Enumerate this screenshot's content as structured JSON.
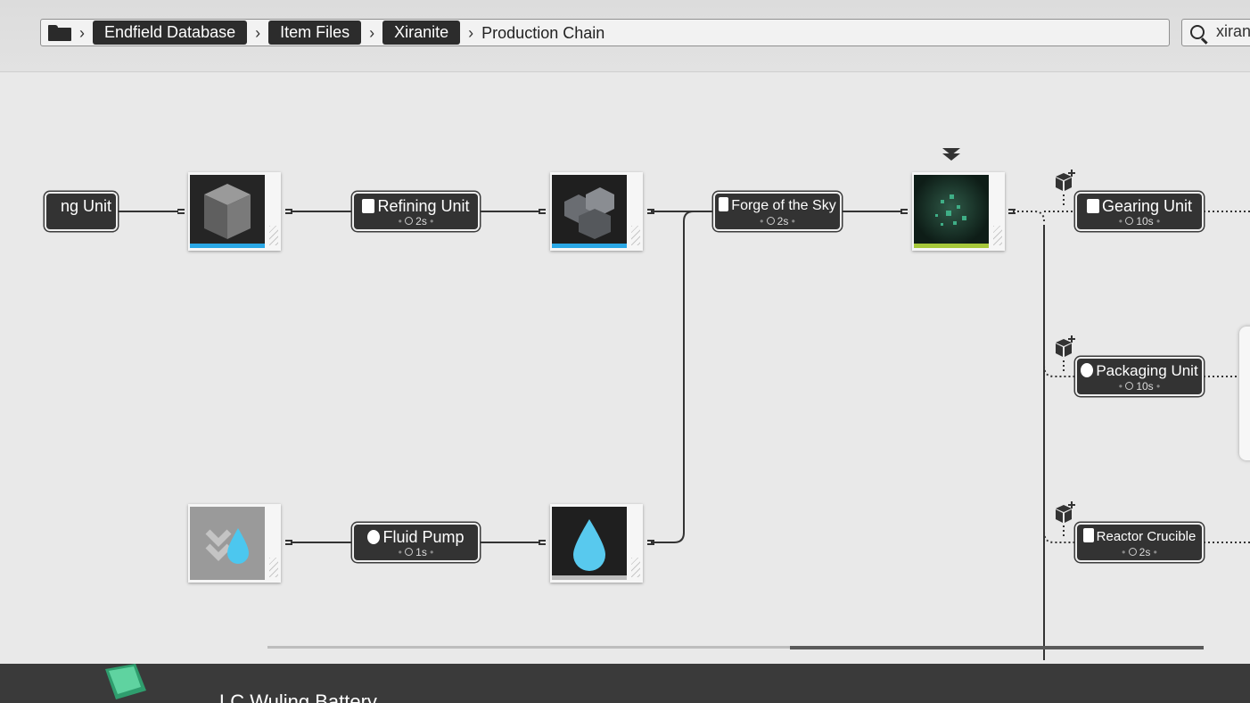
{
  "breadcrumb": {
    "items": [
      "Endfield Database",
      "Item Files",
      "Xiranite"
    ],
    "current": "Production Chain"
  },
  "search": {
    "value": "xiranite"
  },
  "machines": {
    "left_partial": {
      "name": "ng Unit"
    },
    "refining": {
      "name": "Refining Unit",
      "time": "2s"
    },
    "forge": {
      "name": "Forge of the Sky",
      "time": "2s"
    },
    "gearing": {
      "name": "Gearing Unit",
      "time": "10s"
    },
    "packaging": {
      "name": "Packaging Unit",
      "time": "10s"
    },
    "reactor": {
      "name": "Reactor Crucible",
      "time": "2s"
    },
    "fluid_pump": {
      "name": "Fluid Pump",
      "time": "1s"
    }
  },
  "bottom_panel": {
    "title": "LC Wuling Battery"
  },
  "colors": {
    "accent_blue": "#2aa8e6",
    "accent_green": "#a6c83a",
    "node_dark": "#333333"
  }
}
